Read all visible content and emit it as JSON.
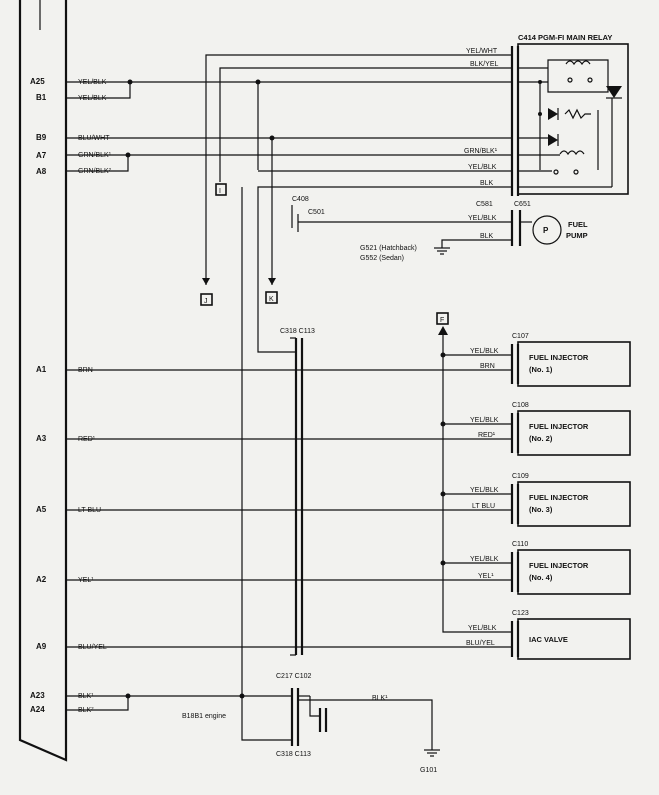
{
  "ecu_pins": {
    "a25": "A25",
    "b1": "B1",
    "b9": "B9",
    "a7": "A7",
    "a8": "A8",
    "a1": "A1",
    "a3": "A3",
    "a5": "A5",
    "a2": "A2",
    "a9": "A9",
    "a23": "A23",
    "a24": "A24"
  },
  "ecu_wires": {
    "a25": "YEL/BLK",
    "b1": "YEL/BLK",
    "b9": "BLU/WHT",
    "a7": "GRN/BLK¹",
    "a8": "GRN/BLK²",
    "a1": "BRN",
    "a3": "RED¹",
    "a5": "LT BLU",
    "a2": "YEL¹",
    "a9": "BLU/YEL",
    "a23": "BLK¹",
    "a24": "BLK²"
  },
  "relay": {
    "title": "C414  PGM-FI MAIN RELAY",
    "wire_yelwht": "YEL/WHT",
    "wire_blkyel": "BLK/YEL",
    "wire_grnblk": "GRN/BLK¹",
    "wire_yelblk": "YEL/BLK",
    "wire_blk": "BLK",
    "conn_c581": "C581",
    "conn_c651": "C651"
  },
  "fuel_pump": {
    "symbol": "P",
    "label_line1": "FUEL",
    "label_line2": "PUMP",
    "wire_yelblk": "YEL/BLK",
    "wire_blk": "BLK",
    "ground_hatch": "G521 (Hatchback)",
    "ground_sedan": "G552 (Sedan)",
    "conn_c408": "C408",
    "conn_c501": "C501"
  },
  "refs": {
    "i": "I",
    "j": "J",
    "k": "K",
    "f": "F"
  },
  "center_conn": {
    "top": "C318  C113",
    "bottom": "C318  C113"
  },
  "injectors": [
    {
      "conn": "C107",
      "name": "FUEL INJECTOR",
      "num": "(No. 1)",
      "wire_top": "YEL/BLK",
      "wire_bot": "BRN"
    },
    {
      "conn": "C108",
      "name": "FUEL INJECTOR",
      "num": "(No. 2)",
      "wire_top": "YEL/BLK",
      "wire_bot": "RED¹"
    },
    {
      "conn": "C109",
      "name": "FUEL INJECTOR",
      "num": "(No. 3)",
      "wire_top": "YEL/BLK",
      "wire_bot": "LT BLU"
    },
    {
      "conn": "C110",
      "name": "FUEL INJECTOR",
      "num": "(No. 4)",
      "wire_top": "YEL/BLK",
      "wire_bot": "YEL¹"
    }
  ],
  "iac": {
    "conn": "C123",
    "name": "IAC VALVE",
    "wire_top": "YEL/BLK",
    "wire_bot": "BLU/YEL"
  },
  "ground": {
    "conn_top": "C217  C102",
    "engine_note": "B18B1 engine",
    "wire": "BLK¹",
    "label": "G101",
    "conn_bottom": "C318  C113"
  }
}
